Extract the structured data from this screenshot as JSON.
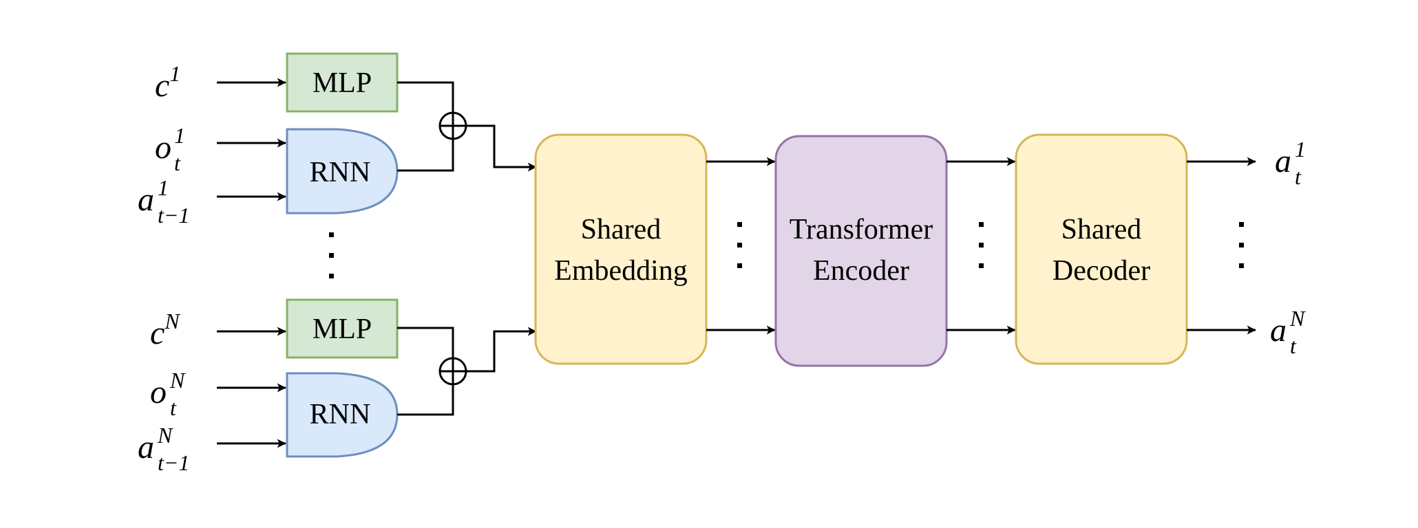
{
  "inputs": {
    "c1": {
      "base": "c",
      "sup": "1",
      "sub": ""
    },
    "o1": {
      "base": "o",
      "sup": "1",
      "sub": "t"
    },
    "a1prev": {
      "base": "a",
      "sup": "1",
      "sub": "t−1"
    },
    "cN": {
      "base": "c",
      "sup": "N",
      "sub": ""
    },
    "oN": {
      "base": "o",
      "sup": "N",
      "sub": "t"
    },
    "aNprev": {
      "base": "a",
      "sup": "N",
      "sub": "t−1"
    }
  },
  "blocks": {
    "mlp_label": "MLP",
    "rnn_label": "RNN",
    "embedding": {
      "line1": "Shared",
      "line2": "Embedding"
    },
    "encoder": {
      "line1": "Transformer",
      "line2": "Encoder"
    },
    "decoder": {
      "line1": "Shared",
      "line2": "Decoder"
    }
  },
  "outputs": {
    "a1": {
      "base": "a",
      "sup": "1",
      "sub": "t"
    },
    "aN": {
      "base": "a",
      "sup": "N",
      "sub": "t"
    }
  },
  "colors": {
    "mlp_fill": "#d5e8d4",
    "mlp_stroke": "#82b366",
    "rnn_fill": "#dae8fc",
    "rnn_stroke": "#6c8ebf",
    "shared_fill": "#fff2cc",
    "shared_stroke": "#d6b656",
    "encoder_fill": "#e1d5e7",
    "encoder_stroke": "#9673a6"
  }
}
